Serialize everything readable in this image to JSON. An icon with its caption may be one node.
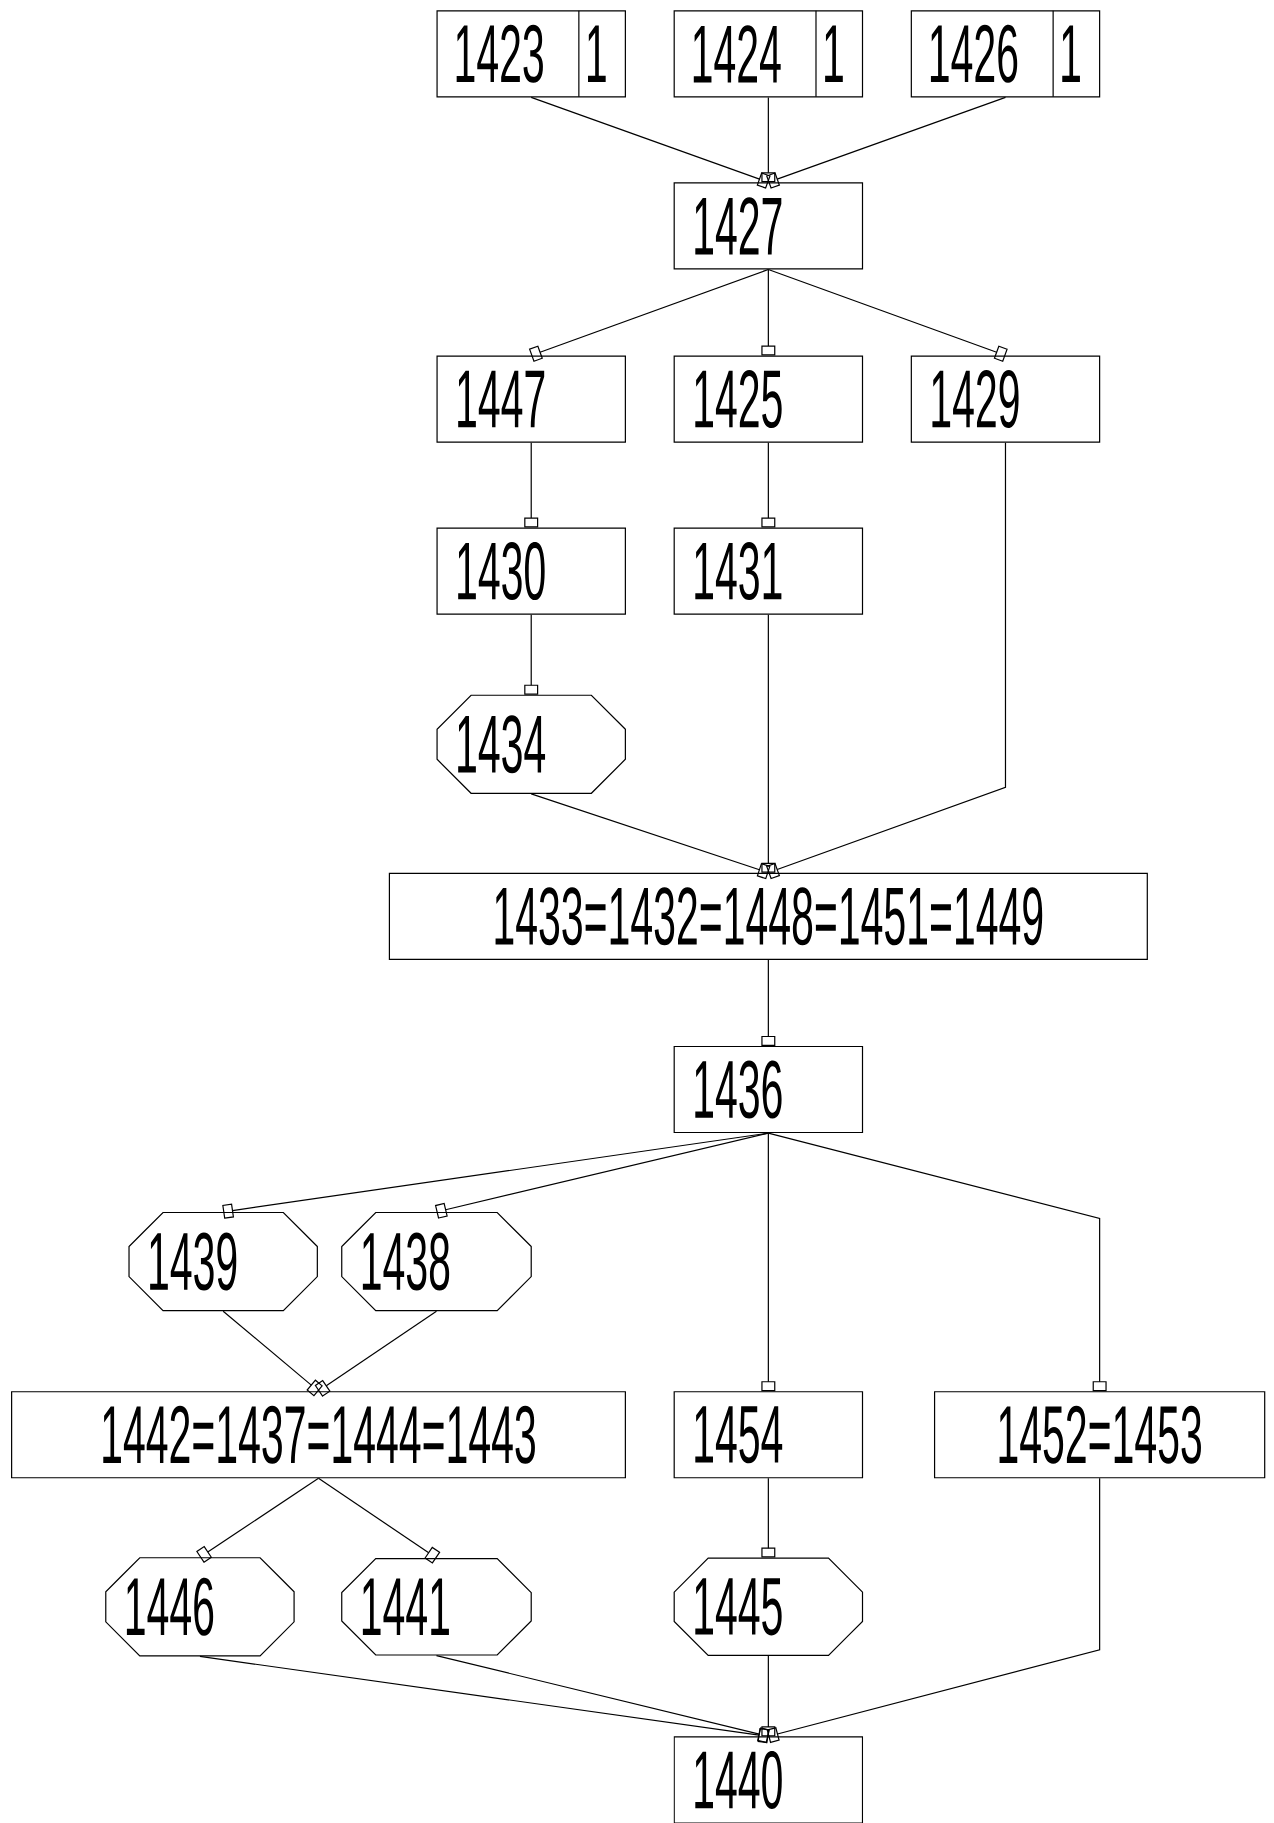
{
  "diagram": {
    "nodes": [
      {
        "text": [
          "1423",
          "1"
        ]
      },
      {
        "text": [
          "1424",
          "1"
        ]
      },
      {
        "text": [
          "1426",
          "1"
        ]
      },
      {
        "text": [
          "1427"
        ]
      },
      {
        "text": [
          "1447"
        ]
      },
      {
        "text": [
          "1425"
        ]
      },
      {
        "text": [
          "1429"
        ]
      },
      {
        "text": [
          "1430"
        ]
      },
      {
        "text": [
          "1431"
        ]
      },
      {
        "text": [
          "1434"
        ]
      },
      {
        "text": [
          "1433=1432=1448=1451=1449"
        ]
      },
      {
        "text": [
          "1436"
        ]
      },
      {
        "text": [
          "1439"
        ]
      },
      {
        "text": [
          "1438"
        ]
      },
      {
        "text": [
          "1442=1437=1444=1443"
        ]
      },
      {
        "text": [
          "1454"
        ]
      },
      {
        "text": [
          "1452=1453"
        ]
      },
      {
        "text": [
          "1446"
        ]
      },
      {
        "text": [
          "1441"
        ]
      },
      {
        "text": [
          "1445"
        ]
      },
      {
        "text": [
          "1440"
        ]
      }
    ],
    "edges": [
      {
        "from": 0,
        "to": 3,
        "arrow": "other"
      },
      {
        "from": 1,
        "to": 3,
        "arrow": "other"
      },
      {
        "from": 2,
        "to": 3,
        "arrow": "other"
      },
      {
        "from": 3,
        "to": 4,
        "arrow": "other"
      },
      {
        "from": 3,
        "to": 5,
        "arrow": "other"
      },
      {
        "from": 3,
        "to": 6,
        "arrow": "other"
      },
      {
        "from": 4,
        "to": 7,
        "arrow": "other"
      },
      {
        "from": 5,
        "to": 8,
        "arrow": "other"
      },
      {
        "from": 7,
        "to": 9,
        "arrow": "other"
      },
      {
        "from": 9,
        "to": 10,
        "arrow": "other"
      },
      {
        "from": 8,
        "to": 10,
        "arrow": "other"
      },
      {
        "from": 6,
        "to": 10,
        "arrow": "other"
      },
      {
        "from": 10,
        "to": 11,
        "arrow": "other"
      },
      {
        "from": 11,
        "to": 12,
        "arrow": "other"
      },
      {
        "from": 11,
        "to": 13,
        "arrow": "other"
      },
      {
        "from": 11,
        "to": 15,
        "arrow": "other"
      },
      {
        "from": 11,
        "to": 16,
        "arrow": "other"
      },
      {
        "from": 12,
        "to": 14,
        "arrow": "other"
      },
      {
        "from": 13,
        "to": 14,
        "arrow": "other"
      },
      {
        "from": 14,
        "to": 17,
        "arrow": "other"
      },
      {
        "from": 14,
        "to": 18,
        "arrow": "other"
      },
      {
        "from": 15,
        "to": 19,
        "arrow": "other"
      },
      {
        "from": 17,
        "to": 20,
        "arrow": "other"
      },
      {
        "from": 18,
        "to": 20,
        "arrow": "other"
      },
      {
        "from": 19,
        "to": 20,
        "arrow": "other"
      },
      {
        "from": 16,
        "to": 20,
        "arrow": "other"
      }
    ]
  }
}
